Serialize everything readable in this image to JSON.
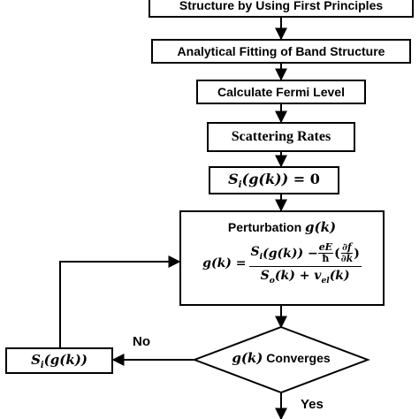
{
  "steps": {
    "step1": "Structure by Using First Principles",
    "step2": "Analytical Fitting of Band Structure",
    "step3": "Calculate Fermi Level",
    "step4": "Scattering Rates"
  },
  "init_box": {
    "lhs": "S",
    "sub": "i",
    "arg": "(g(k))",
    "rhs": " = 0"
  },
  "perturbation": {
    "title": "Perturbation ",
    "title_math": "g(k)",
    "lhs": "g(k) = ",
    "num_term": "(g(k)) − ",
    "e_E": "eE",
    "hbar": "ħ",
    "partial_f": "∂f",
    "partial_k": "∂k",
    "den_a_sub": "o",
    "den_mid": "(k) + v",
    "den_b_sub": "el",
    "den_end": "(k)"
  },
  "decision": {
    "math": "g(k)",
    "text": " Converges"
  },
  "update_box": {
    "lhs": "S",
    "sub": "i",
    "arg": "(g(k))"
  },
  "labels": {
    "no": "No",
    "yes": "Yes"
  },
  "colors": {
    "stroke": "#000000",
    "background": "#ffffff"
  }
}
